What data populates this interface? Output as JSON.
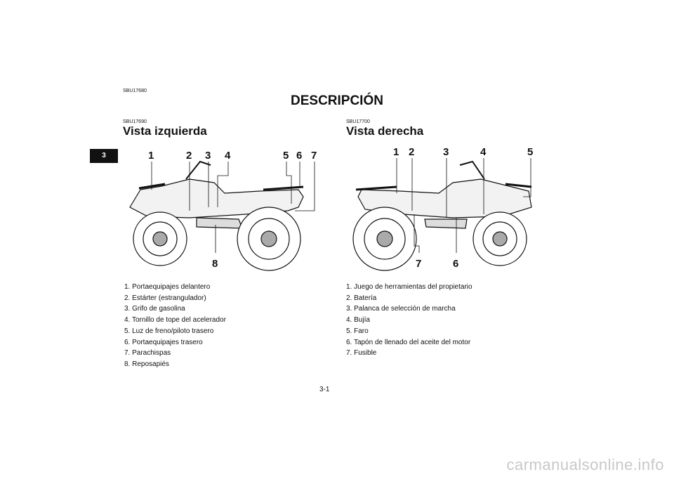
{
  "section_tab": "3",
  "header": {
    "code": "SBU17680",
    "title": "DESCRIPCIÓN"
  },
  "left": {
    "code": "SBU17690",
    "title": "Vista izquierda",
    "callouts": [
      "1",
      "2",
      "3",
      "4",
      "5",
      "6",
      "7",
      "8"
    ],
    "items": [
      "1. Portaequipajes delantero",
      "2. Estárter (estrangulador)",
      "3. Grifo de gasolina",
      "4. Tornillo de tope del acelerador",
      "5. Luz de freno/piloto trasero",
      "6. Portaequipajes trasero",
      "7. Parachispas",
      "8. Reposapiés"
    ]
  },
  "right": {
    "code": "SBU17700",
    "title": "Vista derecha",
    "callouts": [
      "1",
      "2",
      "3",
      "4",
      "5",
      "7",
      "6"
    ],
    "items": [
      "1. Juego de herramientas del propietario",
      "2. Batería",
      "3. Palanca de selección de marcha",
      "4. Bujía",
      "5. Faro",
      "6. Tapón de llenado del aceite del motor",
      "7. Fusible"
    ]
  },
  "page_number": "3-1",
  "watermark": "carmanualsonline.info"
}
